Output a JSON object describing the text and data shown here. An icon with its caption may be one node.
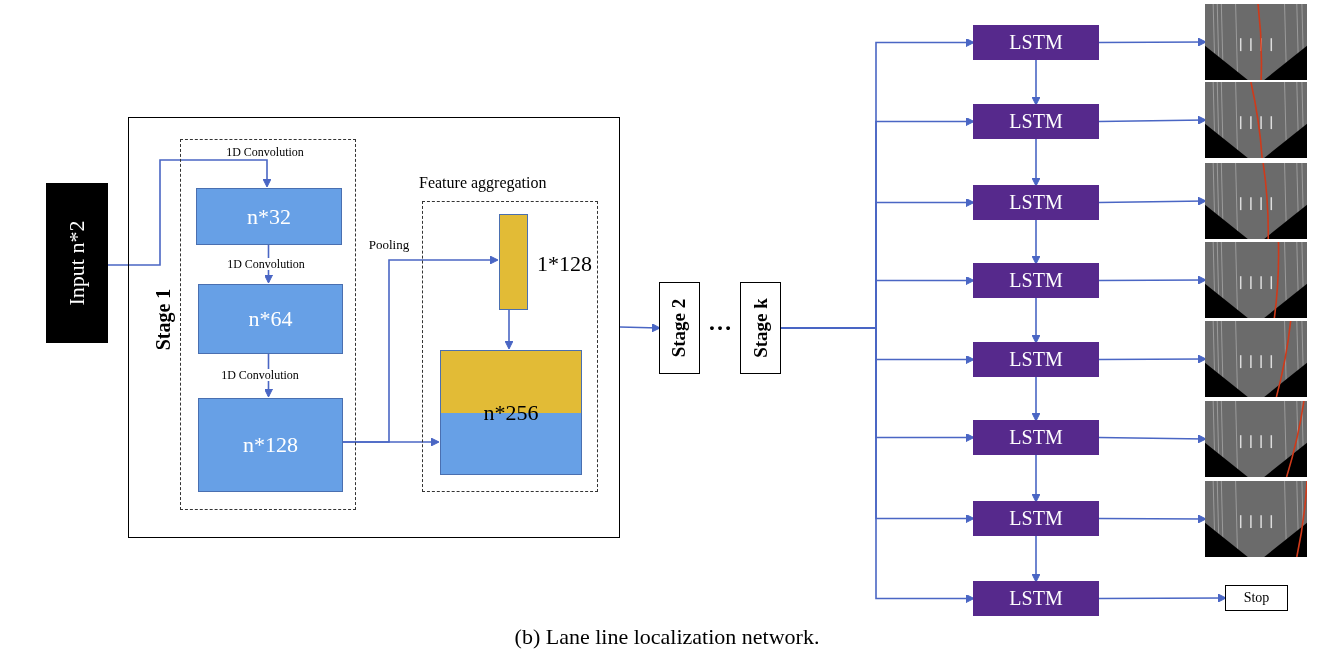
{
  "diagram": {
    "caption": "(b) Lane line localization network.",
    "nodes": [
      {
        "text": [
          "Input n*2"
        ]
      },
      {
        "text": [
          "Stage 1"
        ]
      },
      {
        "text": [],
        "shape": "box",
        "in": 1
      },
      {
        "text": [
          "n*32"
        ],
        "in": 2
      },
      {
        "text": [
          "n*64"
        ],
        "in": 2
      },
      {
        "text": [
          "n*128"
        ],
        "in": 2
      },
      {
        "text": [
          "Feature aggregation"
        ],
        "in": 1
      },
      {
        "text": [],
        "shape": "bar",
        "beside": [
          "1*128"
        ],
        "in": 6
      },
      {
        "text": [
          "n*256"
        ],
        "in": 6
      },
      {
        "text": [
          "Stage 2"
        ]
      },
      {
        "text": [
          "Stage k"
        ]
      },
      {
        "text": [
          "LSTM"
        ]
      },
      {
        "text": [
          "LSTM"
        ]
      },
      {
        "text": [
          "LSTM"
        ]
      },
      {
        "text": [
          "LSTM"
        ]
      },
      {
        "text": [
          "LSTM"
        ]
      },
      {
        "text": [
          "LSTM"
        ]
      },
      {
        "text": [
          "LSTM"
        ]
      },
      {
        "text": [
          "LSTM"
        ]
      },
      {
        "text": [],
        "shape": "picture"
      },
      {
        "text": [],
        "shape": "picture"
      },
      {
        "text": [],
        "shape": "picture"
      },
      {
        "text": [],
        "shape": "picture"
      },
      {
        "text": [],
        "shape": "picture"
      },
      {
        "text": [],
        "shape": "picture"
      },
      {
        "text": [],
        "shape": "picture"
      },
      {
        "text": [
          "Stop"
        ]
      }
    ],
    "edges": [
      {
        "from": 0,
        "to": 3,
        "arrow": "to",
        "label": "1D Convolution"
      },
      {
        "from": 3,
        "to": 4,
        "arrow": "to",
        "label": "1D Convolution"
      },
      {
        "from": 4,
        "to": 5,
        "arrow": "to",
        "label": "1D Convolution"
      },
      {
        "from": 5,
        "to": 7,
        "arrow": "to",
        "label": "Pooling"
      },
      {
        "from": 5,
        "to": 8,
        "arrow": "to"
      },
      {
        "from": 7,
        "to": 8,
        "arrow": "to"
      },
      {
        "from": 1,
        "to": 9,
        "arrow": "to"
      },
      {
        "from": 10,
        "to": 11,
        "arrow": "to"
      },
      {
        "from": 10,
        "to": 12,
        "arrow": "to"
      },
      {
        "from": 10,
        "to": 13,
        "arrow": "to"
      },
      {
        "from": 10,
        "to": 14,
        "arrow": "to"
      },
      {
        "from": 10,
        "to": 15,
        "arrow": "to"
      },
      {
        "from": 10,
        "to": 16,
        "arrow": "to"
      },
      {
        "from": 10,
        "to": 17,
        "arrow": "to"
      },
      {
        "from": 10,
        "to": 18,
        "arrow": "to"
      },
      {
        "from": 11,
        "to": 12,
        "arrow": "to"
      },
      {
        "from": 12,
        "to": 13,
        "arrow": "to"
      },
      {
        "from": 13,
        "to": 14,
        "arrow": "to"
      },
      {
        "from": 14,
        "to": 15,
        "arrow": "to"
      },
      {
        "from": 15,
        "to": 16,
        "arrow": "to"
      },
      {
        "from": 16,
        "to": 17,
        "arrow": "to"
      },
      {
        "from": 17,
        "to": 18,
        "arrow": "to"
      },
      {
        "from": 11,
        "to": 19,
        "arrow": "to"
      },
      {
        "from": 12,
        "to": 20,
        "arrow": "to"
      },
      {
        "from": 13,
        "to": 21,
        "arrow": "to"
      },
      {
        "from": 14,
        "to": 22,
        "arrow": "to"
      },
      {
        "from": 15,
        "to": 23,
        "arrow": "to"
      },
      {
        "from": 16,
        "to": 24,
        "arrow": "to"
      },
      {
        "from": 17,
        "to": 25,
        "arrow": "to"
      },
      {
        "from": 18,
        "to": 26,
        "arrow": "to"
      }
    ],
    "labels": [
      "…"
    ]
  }
}
